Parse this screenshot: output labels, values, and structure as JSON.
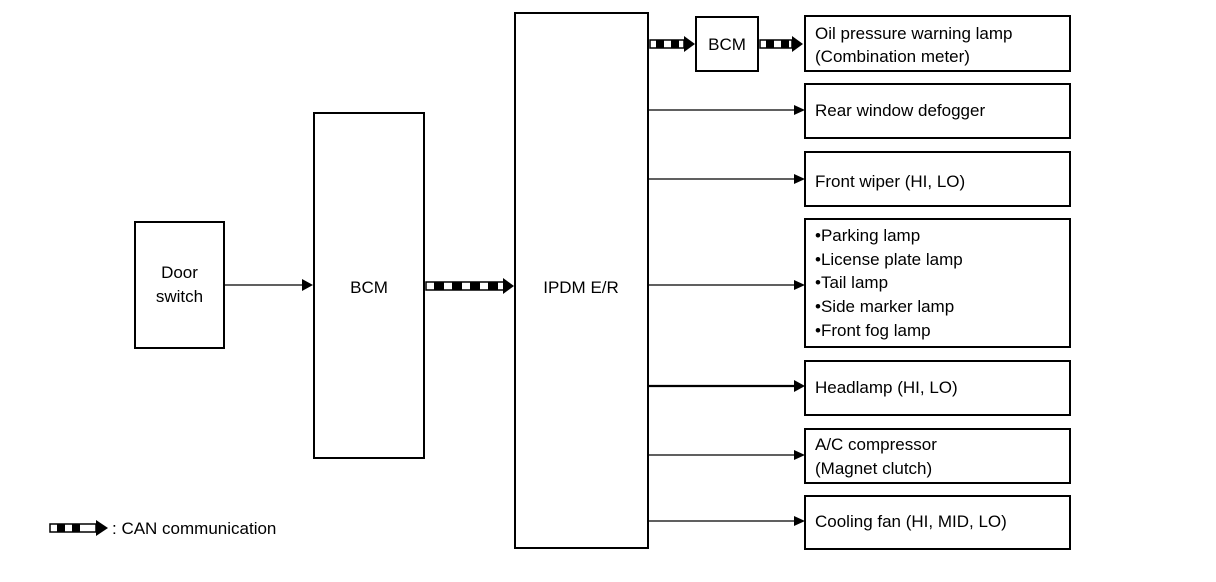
{
  "blocks": {
    "door_switch": [
      "Door",
      "switch"
    ],
    "bcm_main": "BCM",
    "ipdm": "IPDM E/R",
    "bcm_small": "BCM"
  },
  "outputs": [
    [
      "Oil pressure warning lamp",
      "(Combination meter)"
    ],
    [
      "Rear window defogger"
    ],
    [
      "Front wiper (HI, LO)"
    ],
    [
      "•Parking lamp",
      "•License plate lamp",
      "•Tail lamp",
      "•Side marker lamp",
      "•Front fog lamp"
    ],
    [
      "Headlamp (HI, LO)"
    ],
    [
      "A/C compressor",
      "(Magnet clutch)"
    ],
    [
      "Cooling fan (HI, MID, LO)"
    ]
  ],
  "legend": {
    "label": ": CAN communication"
  },
  "colors": {
    "line": "#000000",
    "background": "#ffffff"
  }
}
